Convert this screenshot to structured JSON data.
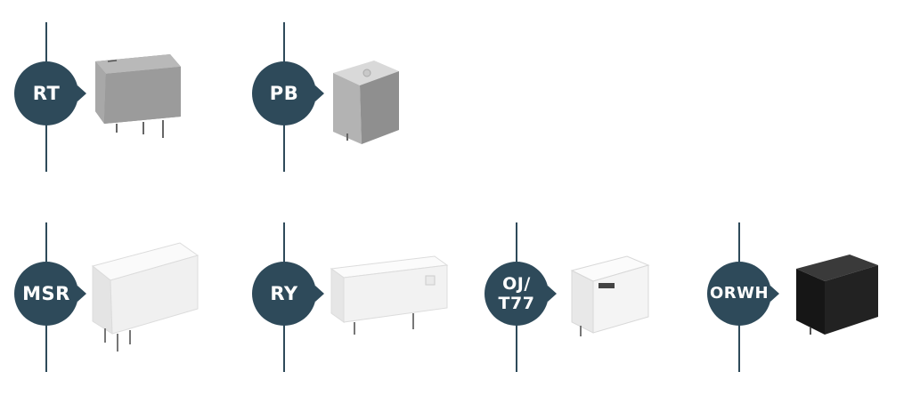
{
  "relays": [
    {
      "label": "RT",
      "color_front": "#9b9b9b",
      "color_top": "#b9b9b9",
      "icon": "gray-relay-image"
    },
    {
      "label": "PB",
      "color_front": "#b5b5b5",
      "color_top": "#d8d8d8",
      "icon": "cube-relay-image"
    },
    {
      "label": "MSR",
      "color_front": "#f0f0f0",
      "color_top": "#fafafa",
      "icon": "white-relay-image"
    },
    {
      "label": "RY",
      "color_front": "#f2f2f2",
      "color_top": "#fbfbfb",
      "icon": "white-slim-relay-image"
    },
    {
      "label": "OJ/\nT77",
      "color_front": "#f4f4f4",
      "color_top": "#fbfbfb",
      "icon": "te-relay-image"
    },
    {
      "label": "ORWH",
      "color_front": "#1f1f1f",
      "color_top": "#2a2a2a",
      "icon": "black-relay-image"
    }
  ],
  "colors": {
    "accent": "#2e4a5a"
  }
}
